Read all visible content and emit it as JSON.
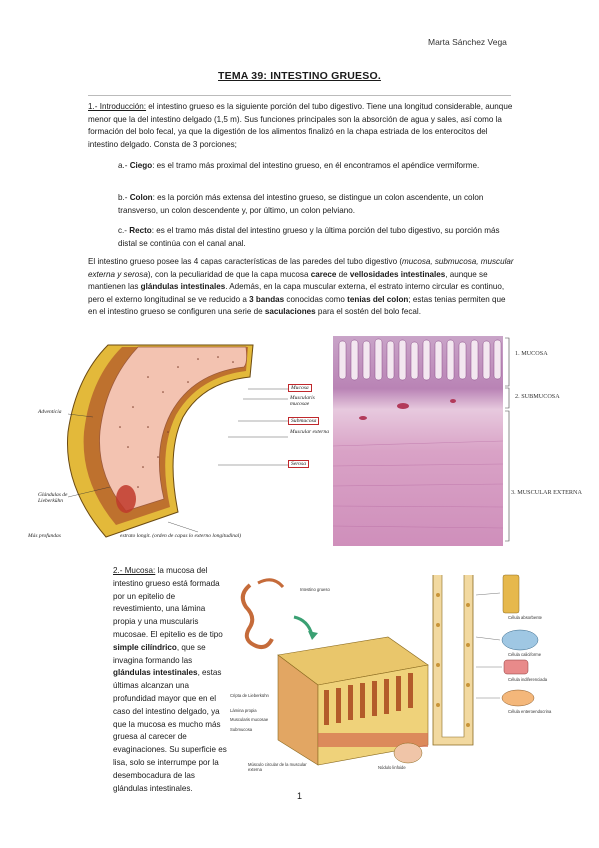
{
  "header": {
    "author": "Marta Sánchez Vega"
  },
  "title": "TEMA 39: INTESTINO GRUESO.",
  "intro": {
    "heading": "1.- Introducción:",
    "text": " el intestino grueso es la siguiente porción del tubo digestivo. Tiene una longitud considerable, aunque menor que la del intestino delgado (1,5 m). Sus funciones principales son la absorción de agua y sales, así como la formación del bolo fecal, ya que la digestión de los alimentos finalizó en la chapa estriada de los enterocitos del intestino delgado. Consta de 3 porciones;"
  },
  "portions": [
    {
      "prefix": "a.- ",
      "name": "Ciego",
      "text": ": es el tramo más proximal del intestino grueso, en él encontramos el apéndice vermiforme."
    },
    {
      "prefix": "b.- ",
      "name": "Colon",
      "text": ": es la porción más extensa del intestino grueso, se distingue un colon ascendente, un colon transverso, un colon descendente y, por último, un colon pelviano."
    },
    {
      "prefix": "c.- ",
      "name": "Recto",
      "text": ": es el tramo más distal del intestino grueso y la última porción del tubo digestivo, su porción más distal se continúa con el canal anal."
    }
  ],
  "layers_para": {
    "p1": "El intestino grueso posee las 4 capas características de las paredes del tubo digestivo (",
    "layers_italic": "mucosa, submucosa, muscular externa y serosa",
    "p2": "), con la peculiaridad de que la capa mucosa ",
    "b1": "carece",
    "p3": " de ",
    "b2": "vellosidades intestinales",
    "p4": ", aunque se mantienen las ",
    "b3": "glándulas intestinales",
    "p5": ". Además, en la capa muscular externa, el estrato interno circular es continuo, pero el externo longitudinal se ve reducido a ",
    "b4": "3 bandas",
    "p6": " conocidas como ",
    "b5": "tenias del colon",
    "p7": "; estas tenias permiten que en el intestino grueso se configuren una serie de ",
    "b6": "saculaciones",
    "p8": " para el sostén del bolo fecal."
  },
  "figure1": {
    "labels": {
      "adventicia": "Adventicia",
      "glandulas": "Glándulas de Lieberkühn",
      "mas_profundas": "Más profundas",
      "bottom": "estrato longit. (orden de capas lo externo longitudinal)",
      "mucosa": "Mucosa",
      "muscularis_mucosae": "Muscularis mucosae",
      "submucosa": "Submucosa",
      "muscular_externa": "Muscular externa",
      "serosa": "Serosa"
    }
  },
  "figure2": {
    "labels": [
      "1. MUCOSA",
      "2. SUBMUCOSA",
      "3. MUSCULAR EXTERNA"
    ]
  },
  "mucosa": {
    "heading": "2.- Mucosa:",
    "t1": " la mucosa del intestino grueso está formada por un epitelio de revestimiento, una lámina propia y una muscularis mucosae. El epitelio es de tipo ",
    "b1": "simple cilíndrico",
    "t2": ", que se invagina formando las ",
    "b2": "glándulas intestinales",
    "t3": ", estas últimas alcanzan una profundidad mayor que en el caso del intestino delgado, ya que la mucosa es mucho más gruesa al carecer de evaginaciones. Su superficie es lisa, solo se interrumpe por la desembocadura de las glándulas intestinales."
  },
  "figure3": {
    "labels": {
      "intestino": "Intestino grueso",
      "cripta": "Cripta de Lieberkühn",
      "lamina": "Lámina propia",
      "muscularis": "Muscularis mucosae",
      "submucosa": "Submucosa",
      "musculo": "Músculo circular de la muscular externa",
      "nodulo": "Nódulo linfoide",
      "absorbente": "Célula absorbente",
      "caliciforme": "Célula caliciforme",
      "indiferenciada": "Célula indiferenciada",
      "enteroendocrina": "Célula enteroendocrina"
    }
  },
  "page_number": "1"
}
